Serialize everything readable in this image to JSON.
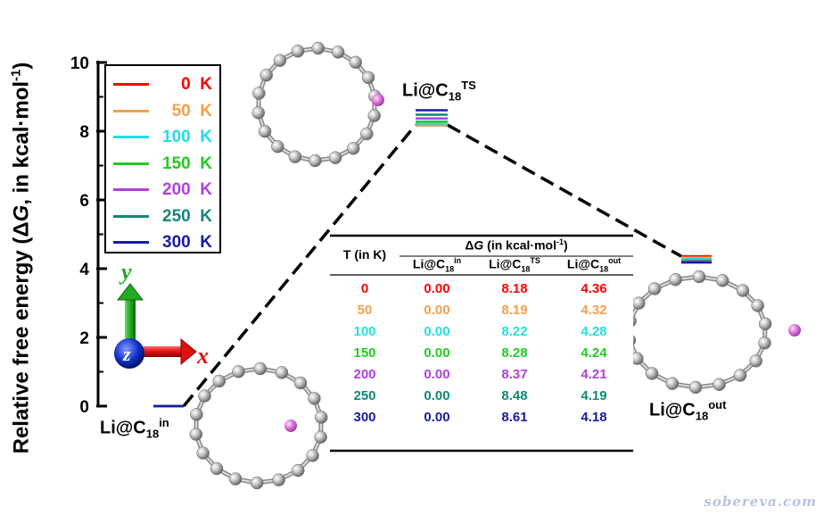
{
  "chart_data": {
    "type": "line",
    "ylabel_parts": [
      "Relative free energy (",
      "Δ",
      "G",
      ", in kcal·mol",
      "-1",
      ")"
    ],
    "ylim": [
      0,
      10
    ],
    "yticks": [
      0,
      2,
      4,
      6,
      8,
      10
    ],
    "states": [
      {
        "prefix": "Li@C",
        "sub": "18",
        "sup": "in"
      },
      {
        "prefix": "Li@C",
        "sub": "18",
        "sup": "TS"
      },
      {
        "prefix": "Li@C",
        "sub": "18",
        "sup": "out"
      }
    ],
    "series": [
      {
        "name": "0",
        "unit": "K",
        "color": "#ff0000",
        "values": [
          0.0,
          8.18,
          4.36
        ]
      },
      {
        "name": "50",
        "unit": "K",
        "color": "#f4a04a",
        "values": [
          0.0,
          8.19,
          4.32
        ]
      },
      {
        "name": "100",
        "unit": "K",
        "color": "#22dde6",
        "values": [
          0.0,
          8.22,
          4.28
        ]
      },
      {
        "name": "150",
        "unit": "K",
        "color": "#22cc22",
        "values": [
          0.0,
          8.28,
          4.24
        ]
      },
      {
        "name": "200",
        "unit": "K",
        "color": "#b040e0",
        "values": [
          0.0,
          8.37,
          4.21
        ]
      },
      {
        "name": "250",
        "unit": "K",
        "color": "#118877",
        "values": [
          0.0,
          8.48,
          4.19
        ]
      },
      {
        "name": "300",
        "unit": "K",
        "color": "#1a1aa0",
        "values": [
          0.0,
          8.61,
          4.18
        ]
      }
    ],
    "legend_position": "top-left",
    "table": {
      "col0_header": "T (in K)",
      "group_header_parts": [
        "Δ",
        "G",
        " (in kcal·mol",
        "-1",
        ")"
      ],
      "columns": [
        {
          "prefix": "Li@C",
          "sub": "18",
          "sup": "in"
        },
        {
          "prefix": "Li@C",
          "sub": "18",
          "sup": "TS"
        },
        {
          "prefix": "Li@C",
          "sub": "18",
          "sup": "out"
        }
      ],
      "rows": [
        {
          "T": "0",
          "values": [
            "0.00",
            "8.18",
            "4.36"
          ]
        },
        {
          "T": "50",
          "values": [
            "0.00",
            "8.19",
            "4.32"
          ]
        },
        {
          "T": "100",
          "values": [
            "0.00",
            "8.22",
            "4.28"
          ]
        },
        {
          "T": "150",
          "values": [
            "0.00",
            "8.28",
            "4.24"
          ]
        },
        {
          "T": "200",
          "values": [
            "0.00",
            "8.37",
            "4.21"
          ]
        },
        {
          "T": "250",
          "values": [
            "0.00",
            "8.48",
            "4.19"
          ]
        },
        {
          "T": "300",
          "values": [
            "0.00",
            "8.61",
            "4.18"
          ]
        }
      ]
    },
    "axes_triad": {
      "x": "x",
      "y": "y",
      "z": "z",
      "colors": {
        "x": "#dd1111",
        "y": "#22aa22",
        "z": "#1133cc"
      }
    },
    "molecule": {
      "ring_atoms": 18,
      "ion": "Li",
      "atom_color": "#b0b0b0",
      "ion_color": "#e070e0"
    }
  },
  "watermark": "sobereva.com"
}
